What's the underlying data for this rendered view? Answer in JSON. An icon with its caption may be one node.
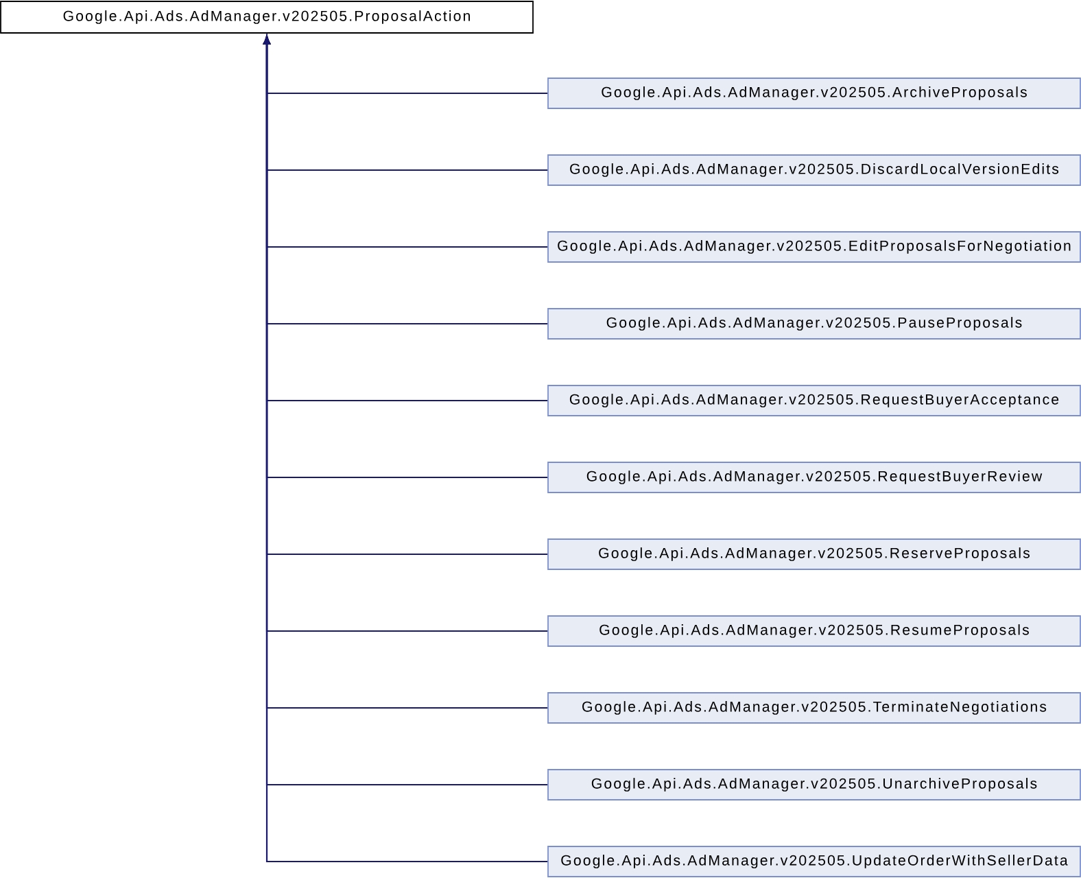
{
  "diagram": {
    "nodes": [
      {
        "text": [
          "Google.Api.Ads.AdManager.v202505.ProposalAction"
        ]
      },
      {
        "text": [
          "Google.Api.Ads.AdManager.v202505.ArchiveProposals"
        ]
      },
      {
        "text": [
          "Google.Api.Ads.AdManager.v202505.DiscardLocalVersionEdits"
        ]
      },
      {
        "text": [
          "Google.Api.Ads.AdManager.v202505.EditProposalsForNegotiation"
        ]
      },
      {
        "text": [
          "Google.Api.Ads.AdManager.v202505.PauseProposals"
        ]
      },
      {
        "text": [
          "Google.Api.Ads.AdManager.v202505.RequestBuyerAcceptance"
        ]
      },
      {
        "text": [
          "Google.Api.Ads.AdManager.v202505.RequestBuyerReview"
        ]
      },
      {
        "text": [
          "Google.Api.Ads.AdManager.v202505.ReserveProposals"
        ]
      },
      {
        "text": [
          "Google.Api.Ads.AdManager.v202505.ResumeProposals"
        ]
      },
      {
        "text": [
          "Google.Api.Ads.AdManager.v202505.TerminateNegotiations"
        ]
      },
      {
        "text": [
          "Google.Api.Ads.AdManager.v202505.UnarchiveProposals"
        ]
      },
      {
        "text": [
          "Google.Api.Ads.AdManager.v202505.UpdateOrderWithSellerData"
        ]
      }
    ],
    "edges": [
      {
        "from": 1,
        "to": 0,
        "arrow": "to"
      },
      {
        "from": 2,
        "to": 0,
        "arrow": "to"
      },
      {
        "from": 3,
        "to": 0,
        "arrow": "to"
      },
      {
        "from": 4,
        "to": 0,
        "arrow": "to"
      },
      {
        "from": 5,
        "to": 0,
        "arrow": "to"
      },
      {
        "from": 6,
        "to": 0,
        "arrow": "to"
      },
      {
        "from": 7,
        "to": 0,
        "arrow": "to"
      },
      {
        "from": 8,
        "to": 0,
        "arrow": "to"
      },
      {
        "from": 9,
        "to": 0,
        "arrow": "to"
      },
      {
        "from": 10,
        "to": 0,
        "arrow": "to"
      },
      {
        "from": 11,
        "to": 0,
        "arrow": "to"
      }
    ]
  }
}
